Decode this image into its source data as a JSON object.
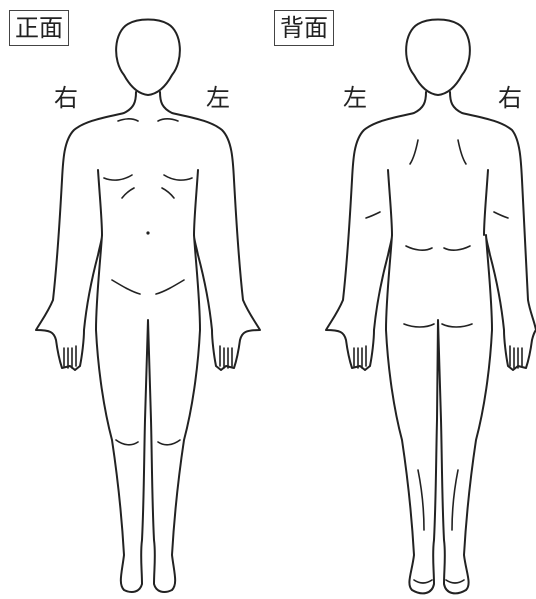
{
  "front": {
    "view_label": "正面",
    "right_label": "右",
    "left_label": "左"
  },
  "back": {
    "view_label": "背面",
    "left_label": "左",
    "right_label": "右"
  }
}
